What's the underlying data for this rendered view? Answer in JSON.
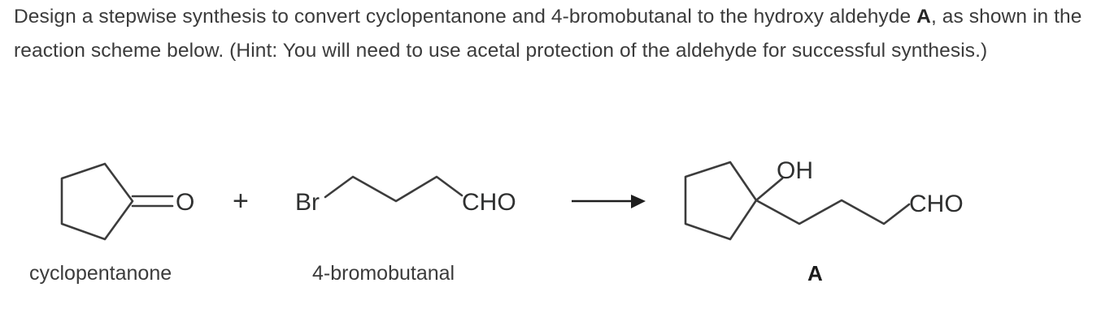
{
  "question": {
    "line1_pre": "Design a stepwise synthesis to convert cyclopentanone and 4-bromobutanal to the hydroxy aldehyde ",
    "bold_label": "A",
    "line1_post": ", as shown in the reaction scheme below. (Hint: You will need to use acetal protection of the aldehyde for successful synthesis.)"
  },
  "scheme": {
    "plus_symbol": "+",
    "arrow": "reaction-arrow",
    "reactant1": {
      "name": "cyclopentanone",
      "caption": "cyclopentanone",
      "ring": "cyclopentane-ring",
      "carbonyl_oxygen": "O",
      "bond_order": 2
    },
    "reactant2": {
      "name": "4-bromobutanal",
      "caption": "4-bromobutanal",
      "halogen_label": "Br",
      "aldehyde_label": "CHO",
      "chain_carbons": 4
    },
    "product": {
      "name": "A",
      "caption": "A",
      "ring": "cyclopentane-ring",
      "hydroxyl_label": "OH",
      "aldehyde_label": "CHO",
      "chain_carbons": 4
    }
  },
  "colors": {
    "text": "#3b3b3b",
    "bond": "#3c3c3c",
    "atom": "#2f3030",
    "arrow": "#1e1e1e",
    "background": "#ffffff"
  }
}
